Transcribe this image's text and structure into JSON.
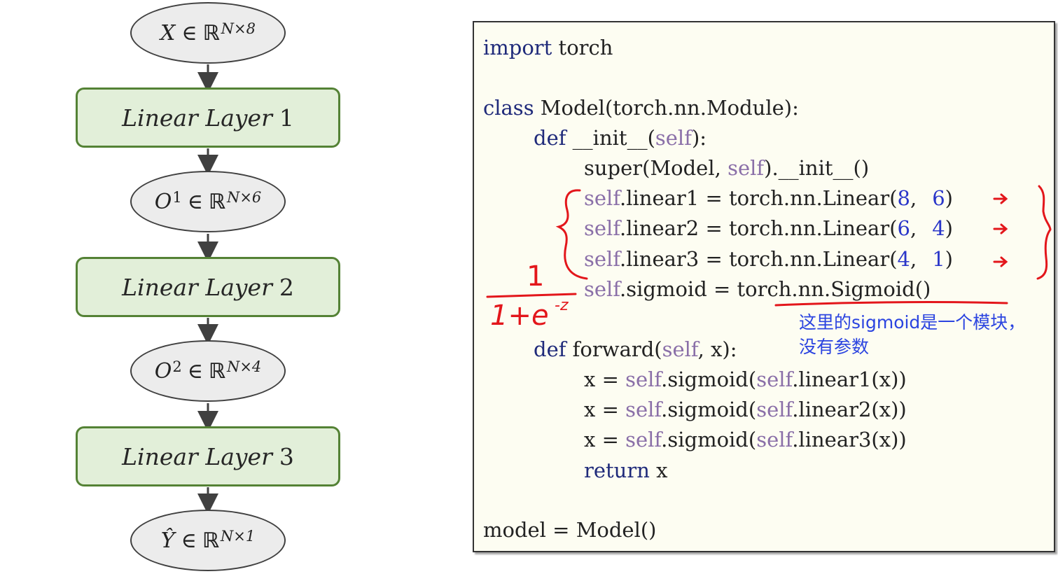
{
  "flow": {
    "nodes": [
      {
        "var": "X",
        "sup": "",
        "dims": "N×8"
      },
      {
        "var": "O",
        "sup": "1",
        "dims": "N×6"
      },
      {
        "var": "O",
        "sup": "2",
        "dims": "N×4"
      },
      {
        "var": "Ŷ",
        "sup": "",
        "dims": "N×1"
      }
    ],
    "symbols": {
      "in": "∈",
      "reals": "ℝ"
    },
    "layers": [
      {
        "name": "Linear Layer",
        "index": "1"
      },
      {
        "name": "Linear Layer",
        "index": "2"
      },
      {
        "name": "Linear Layer",
        "index": "3"
      }
    ]
  },
  "code": {
    "line1": {
      "kw": "import",
      "rest": " torch"
    },
    "line2": {
      "kw": "class",
      "rest": " Model(torch.nn.Module):"
    },
    "line3": {
      "kw": "def",
      "rest": " __init__(",
      "self": "self",
      "end": "):"
    },
    "line4": {
      "a": "super(Model, ",
      "self": "self",
      "b": ").__init__()"
    },
    "line5": {
      "self": "self",
      "a": ".linear1 = torch.nn.Linear(",
      "n1": "8",
      "sep": ",",
      "n2": "6",
      "end": ")"
    },
    "line6": {
      "self": "self",
      "a": ".linear2 = torch.nn.Linear(",
      "n1": "6",
      "sep": ",",
      "n2": "4",
      "end": ")"
    },
    "line7": {
      "self": "self",
      "a": ".linear3 = torch.nn.Linear(",
      "n1": "4",
      "sep": ",",
      "n2": "1",
      "end": ")"
    },
    "line8": {
      "self": "self",
      "a": ".sigmoid = torch.nn.Sigmoid()"
    },
    "line9": {
      "kw": "def",
      "a": " forward(",
      "self": "self",
      "b": ", x):"
    },
    "line10": {
      "a": "x = ",
      "self1": "self",
      "b": ".sigmoid(",
      "self2": "self",
      "c": ".linear1(x))"
    },
    "line11": {
      "a": "x = ",
      "self1": "self",
      "b": ".sigmoid(",
      "self2": "self",
      "c": ".linear2(x))"
    },
    "line12": {
      "a": "x = ",
      "self1": "self",
      "b": ".sigmoid(",
      "self2": "self",
      "c": ".linear3(x))"
    },
    "line13": {
      "kw": "return",
      "rest": " x"
    },
    "line14": {
      "rest": "model = Model()"
    }
  },
  "annotation": {
    "line1": "这里的sigmoid是一个模块，",
    "line2": "没有参数"
  },
  "handwriting": {
    "numerator": "1",
    "denominator": "1+e",
    "exponent": "-z"
  },
  "colors": {
    "layer_fill": "#e2efd9",
    "layer_border": "#548235",
    "ellipse_fill": "#ececec",
    "ink_red": "#e3161b",
    "annotation_blue": "#2b44e0",
    "keyword": "#1f2a7a",
    "self_purple": "#8a6fa8",
    "number_blue": "#2a36c9"
  }
}
